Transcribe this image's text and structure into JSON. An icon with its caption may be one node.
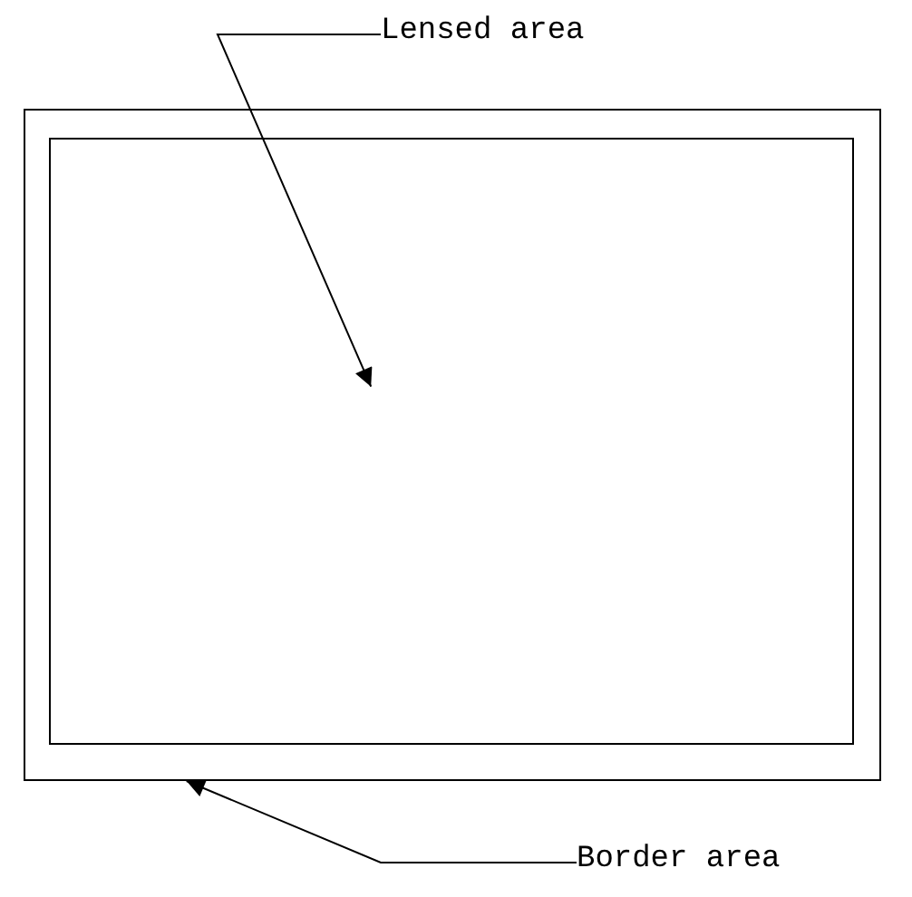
{
  "diagram": {
    "nodes": [
      {
        "text": [
          "Lensed area"
        ]
      },
      {
        "text": [],
        "shape": "box"
      },
      {
        "text": [],
        "shape": "box",
        "in": 1
      },
      {
        "text": [
          "Border area"
        ]
      }
    ],
    "edges": [
      {
        "from": 0,
        "to": 2,
        "arrow": "to"
      },
      {
        "from": 3,
        "to": 1,
        "arrow": "to"
      }
    ]
  }
}
